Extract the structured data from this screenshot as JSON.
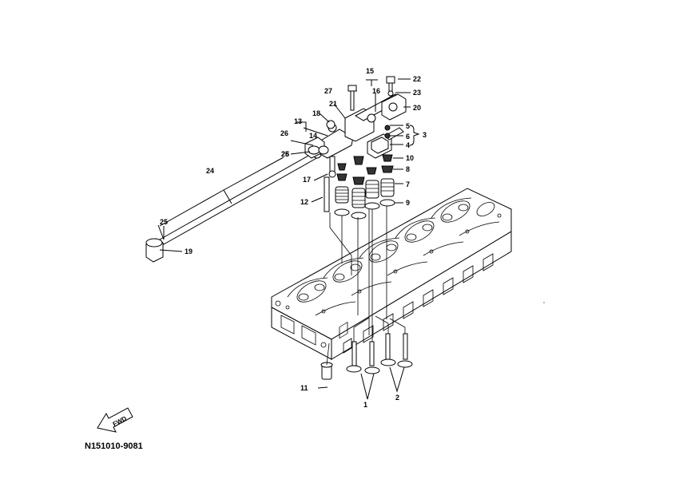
{
  "diagram": {
    "drawing_code": "N151010-9081",
    "fwd_label": "FWD",
    "callouts": [
      "1",
      "2",
      "3",
      "4",
      "5",
      "6",
      "7",
      "8",
      "9",
      "10",
      "11",
      "12",
      "13",
      "14",
      "15",
      "16",
      "17",
      "18",
      "19",
      "20",
      "21",
      "22",
      "23",
      "24",
      "25",
      "26",
      "27"
    ]
  }
}
